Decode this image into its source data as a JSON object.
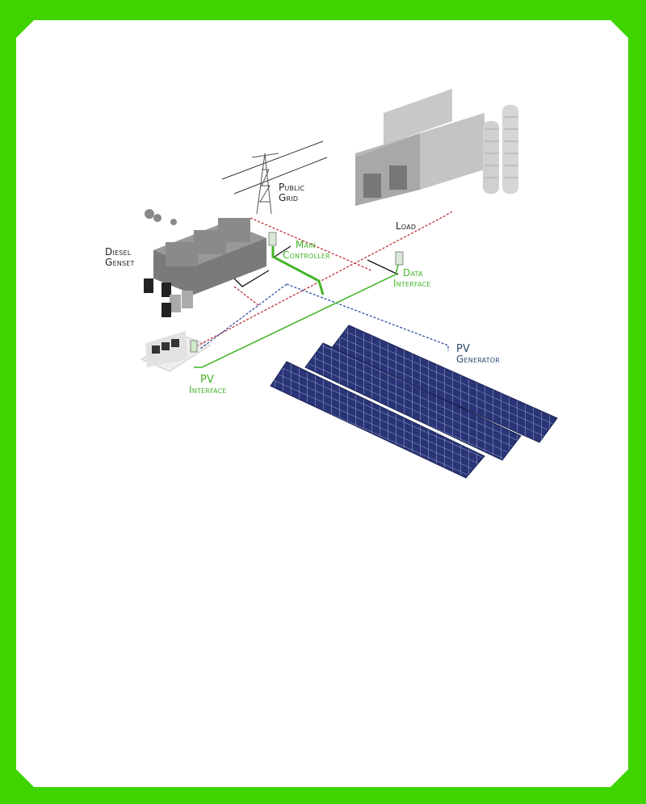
{
  "labels": {
    "public_grid": [
      "Public",
      "Grid"
    ],
    "load": "Load",
    "diesel_genset": [
      "Diesel",
      "Genset"
    ],
    "main_controller": [
      "Main",
      "Controller"
    ],
    "data_interface": [
      "Data",
      "Interface"
    ],
    "pv_interface": [
      "PV",
      "Interface"
    ],
    "pv_generator": [
      "PV",
      "Generator"
    ]
  },
  "colors": {
    "frame": "#3fd400",
    "power_line": "#c0303a",
    "dc_line": "#3050a0",
    "data_line": "#44b52a",
    "panel": "#25306a"
  }
}
